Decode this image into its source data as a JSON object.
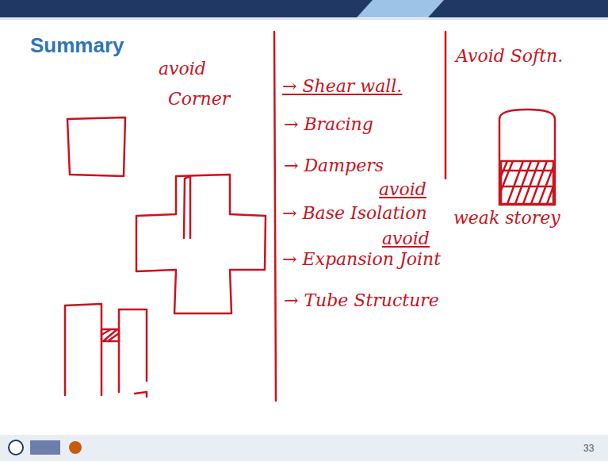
{
  "diagram": {
    "title": "Summary",
    "labels": [
      "avoid",
      "Corner",
      "→ Shear wall.",
      "→ Bracing",
      "→ Dampers",
      "→ Base Isolation",
      "avoid",
      "→ Expansion Joint",
      "avoid",
      "→ Tube Structure",
      "Avoid Softn.",
      "weak storey",
      "33"
    ]
  }
}
